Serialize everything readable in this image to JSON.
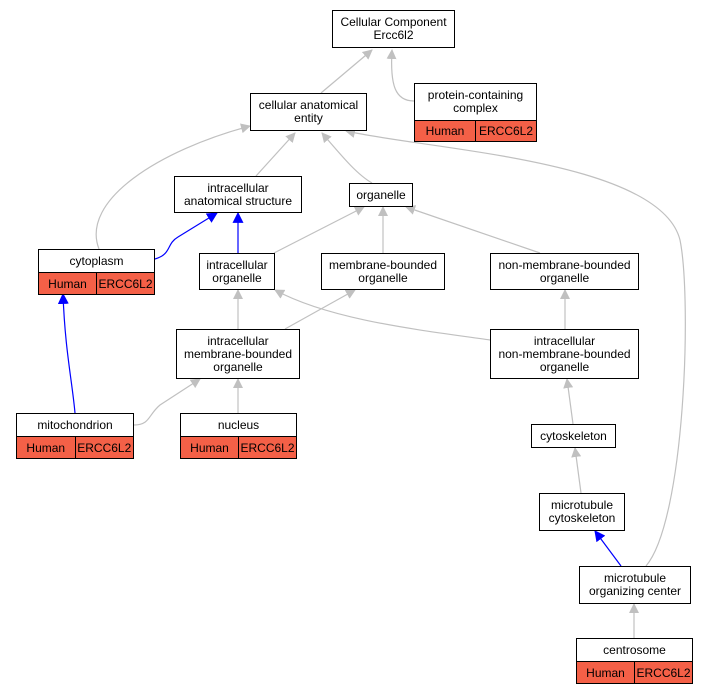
{
  "colors": {
    "annotation_fill": "#f46047",
    "edge_gray": "#c0c0c0",
    "edge_blue": "#0000ff",
    "node_border": "#000000"
  },
  "nodes": {
    "root": {
      "label": "Cellular Component\nErcc6l2"
    },
    "cellular_anatomical_entity": {
      "label": "cellular anatomical\nentity"
    },
    "protein_containing_complex": {
      "label": "protein-containing\ncomplex",
      "species": "Human",
      "gene": "ERCC6L2"
    },
    "intracellular_anatomical_structure": {
      "label": "intracellular\nanatomical structure"
    },
    "organelle": {
      "label": "organelle"
    },
    "cytoplasm": {
      "label": "cytoplasm",
      "species": "Human",
      "gene": "ERCC6L2"
    },
    "intracellular_organelle": {
      "label": "intracellular\norganelle"
    },
    "membrane_bounded_organelle": {
      "label": "membrane-bounded\norganelle"
    },
    "non_membrane_bounded_organelle": {
      "label": "non-membrane-bounded\norganelle"
    },
    "intracellular_membrane_bounded_organelle": {
      "label": "intracellular\nmembrane-bounded\norganelle"
    },
    "intracellular_non_membrane_bounded_organelle": {
      "label": "intracellular\nnon-membrane-bounded\norganelle"
    },
    "mitochondrion": {
      "label": "mitochondrion",
      "species": "Human",
      "gene": "ERCC6L2"
    },
    "nucleus": {
      "label": "nucleus",
      "species": "Human",
      "gene": "ERCC6L2"
    },
    "cytoskeleton": {
      "label": "cytoskeleton"
    },
    "microtubule_cytoskeleton": {
      "label": "microtubule\ncytoskeleton"
    },
    "microtubule_organizing_center": {
      "label": "microtubule\norganizing center"
    },
    "centrosome": {
      "label": "centrosome",
      "species": "Human",
      "gene": "ERCC6L2"
    }
  }
}
